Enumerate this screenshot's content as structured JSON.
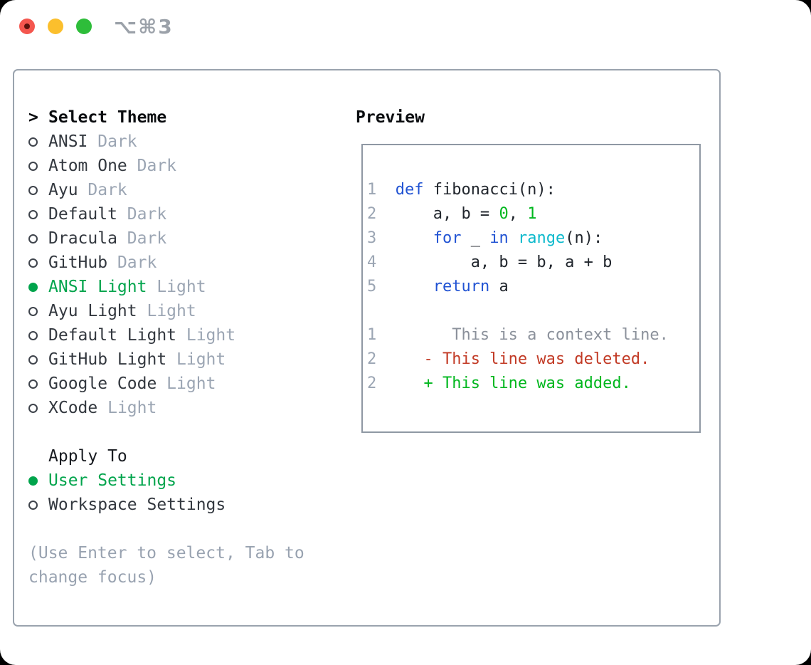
{
  "window": {
    "title": "⌥⌘3",
    "traffic_lights": [
      {
        "name": "close-button",
        "color": "#f4564e",
        "has_dot": true,
        "dot_color": "#5c120c"
      },
      {
        "name": "minimize-button",
        "color": "#fbbf2d",
        "has_dot": false
      },
      {
        "name": "zoom-button",
        "color": "#2ebd3a",
        "has_dot": false
      }
    ]
  },
  "theme_selector": {
    "prompt_char": ">",
    "title": "Select Theme",
    "themes": [
      {
        "name": "ANSI",
        "variant": "Dark",
        "selected": false
      },
      {
        "name": "Atom One",
        "variant": "Dark",
        "selected": false
      },
      {
        "name": "Ayu",
        "variant": "Dark",
        "selected": false
      },
      {
        "name": "Default",
        "variant": "Dark",
        "selected": false
      },
      {
        "name": "Dracula",
        "variant": "Dark",
        "selected": false
      },
      {
        "name": "GitHub",
        "variant": "Dark",
        "selected": false
      },
      {
        "name": "ANSI Light",
        "variant": "Light",
        "selected": true
      },
      {
        "name": "Ayu Light",
        "variant": "Light",
        "selected": false
      },
      {
        "name": "Default Light",
        "variant": "Light",
        "selected": false
      },
      {
        "name": "GitHub Light",
        "variant": "Light",
        "selected": false
      },
      {
        "name": "Google Code",
        "variant": "Light",
        "selected": false
      },
      {
        "name": "XCode",
        "variant": "Light",
        "selected": false
      }
    ]
  },
  "apply_to": {
    "label": "Apply To",
    "options": [
      {
        "name": "User Settings",
        "selected": true
      },
      {
        "name": "Workspace Settings",
        "selected": false
      }
    ]
  },
  "help_text": "(Use Enter to select, Tab to change focus)",
  "preview": {
    "label": "Preview",
    "lines": [
      {
        "num": "1",
        "tokens": [
          [
            "pl",
            " "
          ],
          [
            "kw",
            "def"
          ],
          [
            "pl",
            " fibonacci(n):"
          ]
        ]
      },
      {
        "num": "2",
        "tokens": [
          [
            "pl",
            "     a, b = "
          ],
          [
            "num",
            "0"
          ],
          [
            "pl",
            ", "
          ],
          [
            "num",
            "1"
          ]
        ]
      },
      {
        "num": "3",
        "tokens": [
          [
            "pl",
            "     "
          ],
          [
            "kw",
            "for"
          ],
          [
            "pl",
            " _ "
          ],
          [
            "kw",
            "in"
          ],
          [
            "pl",
            " "
          ],
          [
            "fn",
            "range"
          ],
          [
            "pl",
            "(n):"
          ]
        ]
      },
      {
        "num": "4",
        "tokens": [
          [
            "pl",
            "         a, b = b, a + b"
          ]
        ]
      },
      {
        "num": "5",
        "tokens": [
          [
            "pl",
            "     "
          ],
          [
            "kw",
            "return"
          ],
          [
            "pl",
            " a"
          ]
        ]
      },
      {
        "num": "",
        "tokens": []
      },
      {
        "num": "1",
        "tokens": [
          [
            "ctx",
            "       This is a context line."
          ]
        ]
      },
      {
        "num": "2",
        "tokens": [
          [
            "del",
            "    - This line was deleted."
          ]
        ]
      },
      {
        "num": "2",
        "tokens": [
          [
            "add",
            "    + This line was added."
          ]
        ]
      }
    ]
  },
  "colors": {
    "selection_green": "#00a44c",
    "diff_added_green": "#00b71e",
    "diff_deleted_red": "#c23a25",
    "keyword_blue": "#2153d3",
    "builtin_cyan": "#0cb9cc",
    "traffic_red": "#f4564e",
    "traffic_red_dot": "#5c120c",
    "traffic_yellow": "#fbbf2d",
    "traffic_green": "#2ebd3a",
    "box_border": "#9aa3ae",
    "muted_gray": "#9ba5b3"
  }
}
